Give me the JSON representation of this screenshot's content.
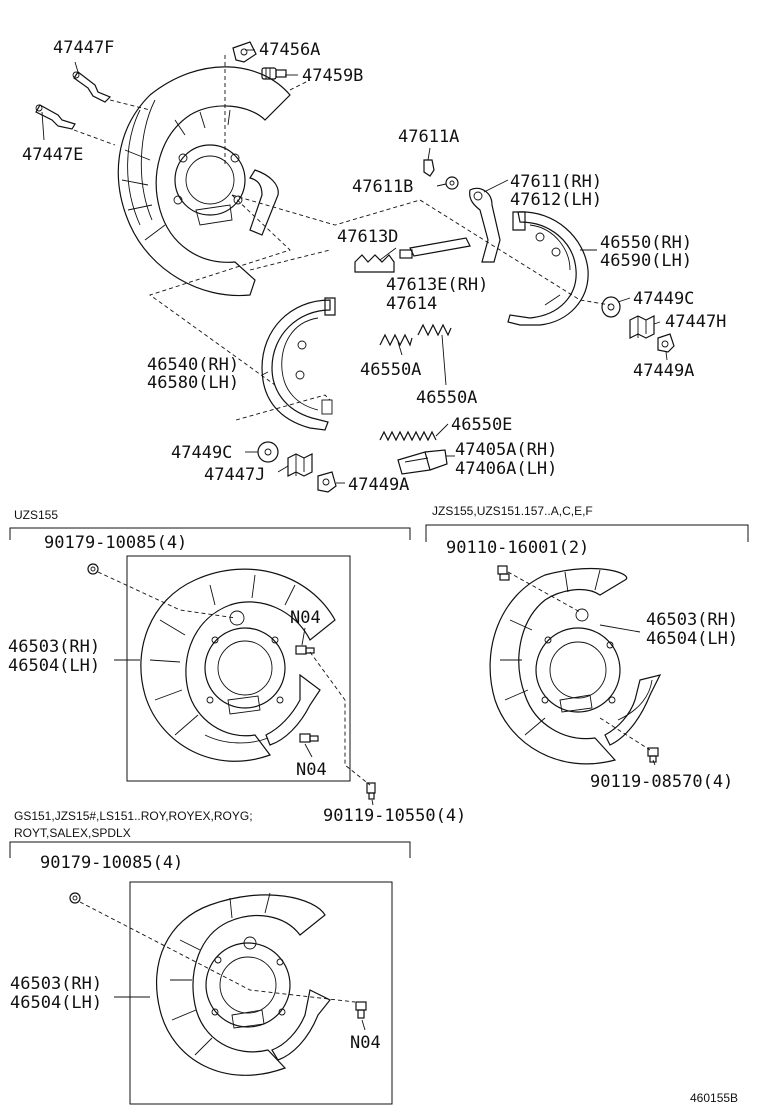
{
  "labels": {
    "p47447F": "47447F",
    "p47456A": "47456A",
    "p47459B": "47459B",
    "p47447E": "47447E",
    "p47611A": "47611A",
    "p47611B": "47611B",
    "p47611RH": "47611(RH)",
    "p47612LH": "47612(LH)",
    "p47613D": "47613D",
    "p46550RH": "46550(RH)",
    "p46590LH": "46590(LH)",
    "p47613E": "47613E(RH)",
    "p47614": "47614",
    "p47449C_top": "47449C",
    "p47447H": "47447H",
    "p47449A_top": "47449A",
    "p46540RH": "46540(RH)",
    "p46580LH": "46580(LH)",
    "p46550A_1": "46550A",
    "p46550A_2": "46550A",
    "p46550E": "46550E",
    "p47405A": "47405A(RH)",
    "p47406A": "47406A(LH)",
    "p47449C_bot": "47449C",
    "p47447J": "47447J",
    "p47449A_bot": "47449A"
  },
  "section1": {
    "heading": "UZS155",
    "bolt_label": "90179-10085(4)",
    "plate_rh": "46503(RH)",
    "plate_lh": "46504(LH)",
    "n04_a": "N04",
    "n04_b": "N04",
    "screw_label": "90119-10550(4)"
  },
  "section2": {
    "heading": "JZS155,UZS151.157..A,C,E,F",
    "bolt_label": "90110-16001(2)",
    "plate_rh": "46503(RH)",
    "plate_lh": "46504(LH)",
    "screw_label": "90119-08570(4)"
  },
  "section3": {
    "heading_line1": "GS151,JZS15#,LS151..ROY,ROYEX,ROYG;",
    "heading_line2": "ROYT,SALEX,SPDLX",
    "bolt_label": "90179-10085(4)",
    "plate_rh": "46503(RH)",
    "plate_lh": "46504(LH)",
    "n04": "N04"
  },
  "figure_code": "460155B"
}
